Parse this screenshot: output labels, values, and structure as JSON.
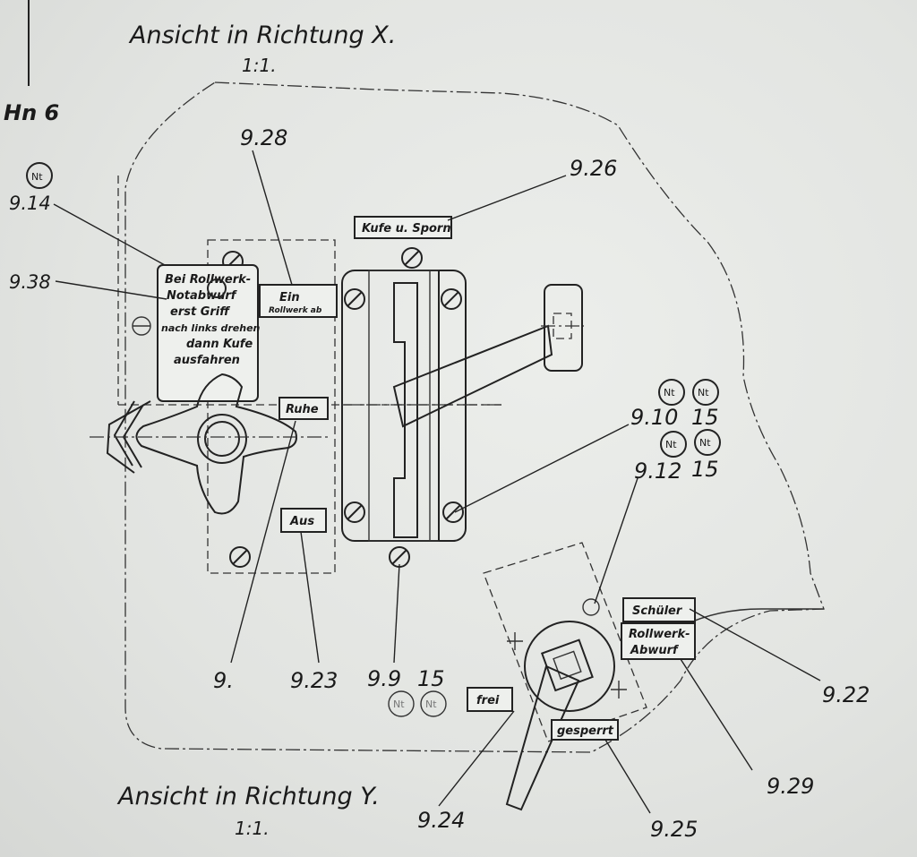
{
  "sheet": {
    "id": "Hn 6"
  },
  "views": {
    "x": {
      "title": "Ansicht in Richtung X.",
      "scale": "1:1."
    },
    "y": {
      "title": "Ansicht in Richtung Y.",
      "scale": "1:1."
    }
  },
  "plates": {
    "warning": [
      "Bei Rollwerk-",
      "Notabwurf",
      "erst Griff",
      "nach links drehen",
      "dann Kufe",
      "ausfahren"
    ],
    "ein": "Ein",
    "ein_sub": "Rollwerk ab",
    "kufe": "Kufe u. Sporn",
    "ruhe": "Ruhe",
    "aus": "Aus",
    "schueler": "Schüler",
    "rollwerk_abwurf": [
      "Rollwerk-",
      "Abwurf"
    ],
    "frei": "frei",
    "gesperrt": "gesperrt"
  },
  "nt_mark": "Nt",
  "refs": {
    "r914": "9.14",
    "r938": "9.38",
    "r928": "9.28",
    "r926": "9.26",
    "r910": "9.10",
    "r910_qty": "15",
    "r912": "9.12",
    "r912_qty": "15",
    "r9": "9.",
    "r923": "9.23",
    "r99": "9.9",
    "r99_qty": "15",
    "r922": "9.22",
    "r929": "9.29",
    "r924": "9.24",
    "r925": "9.25"
  }
}
